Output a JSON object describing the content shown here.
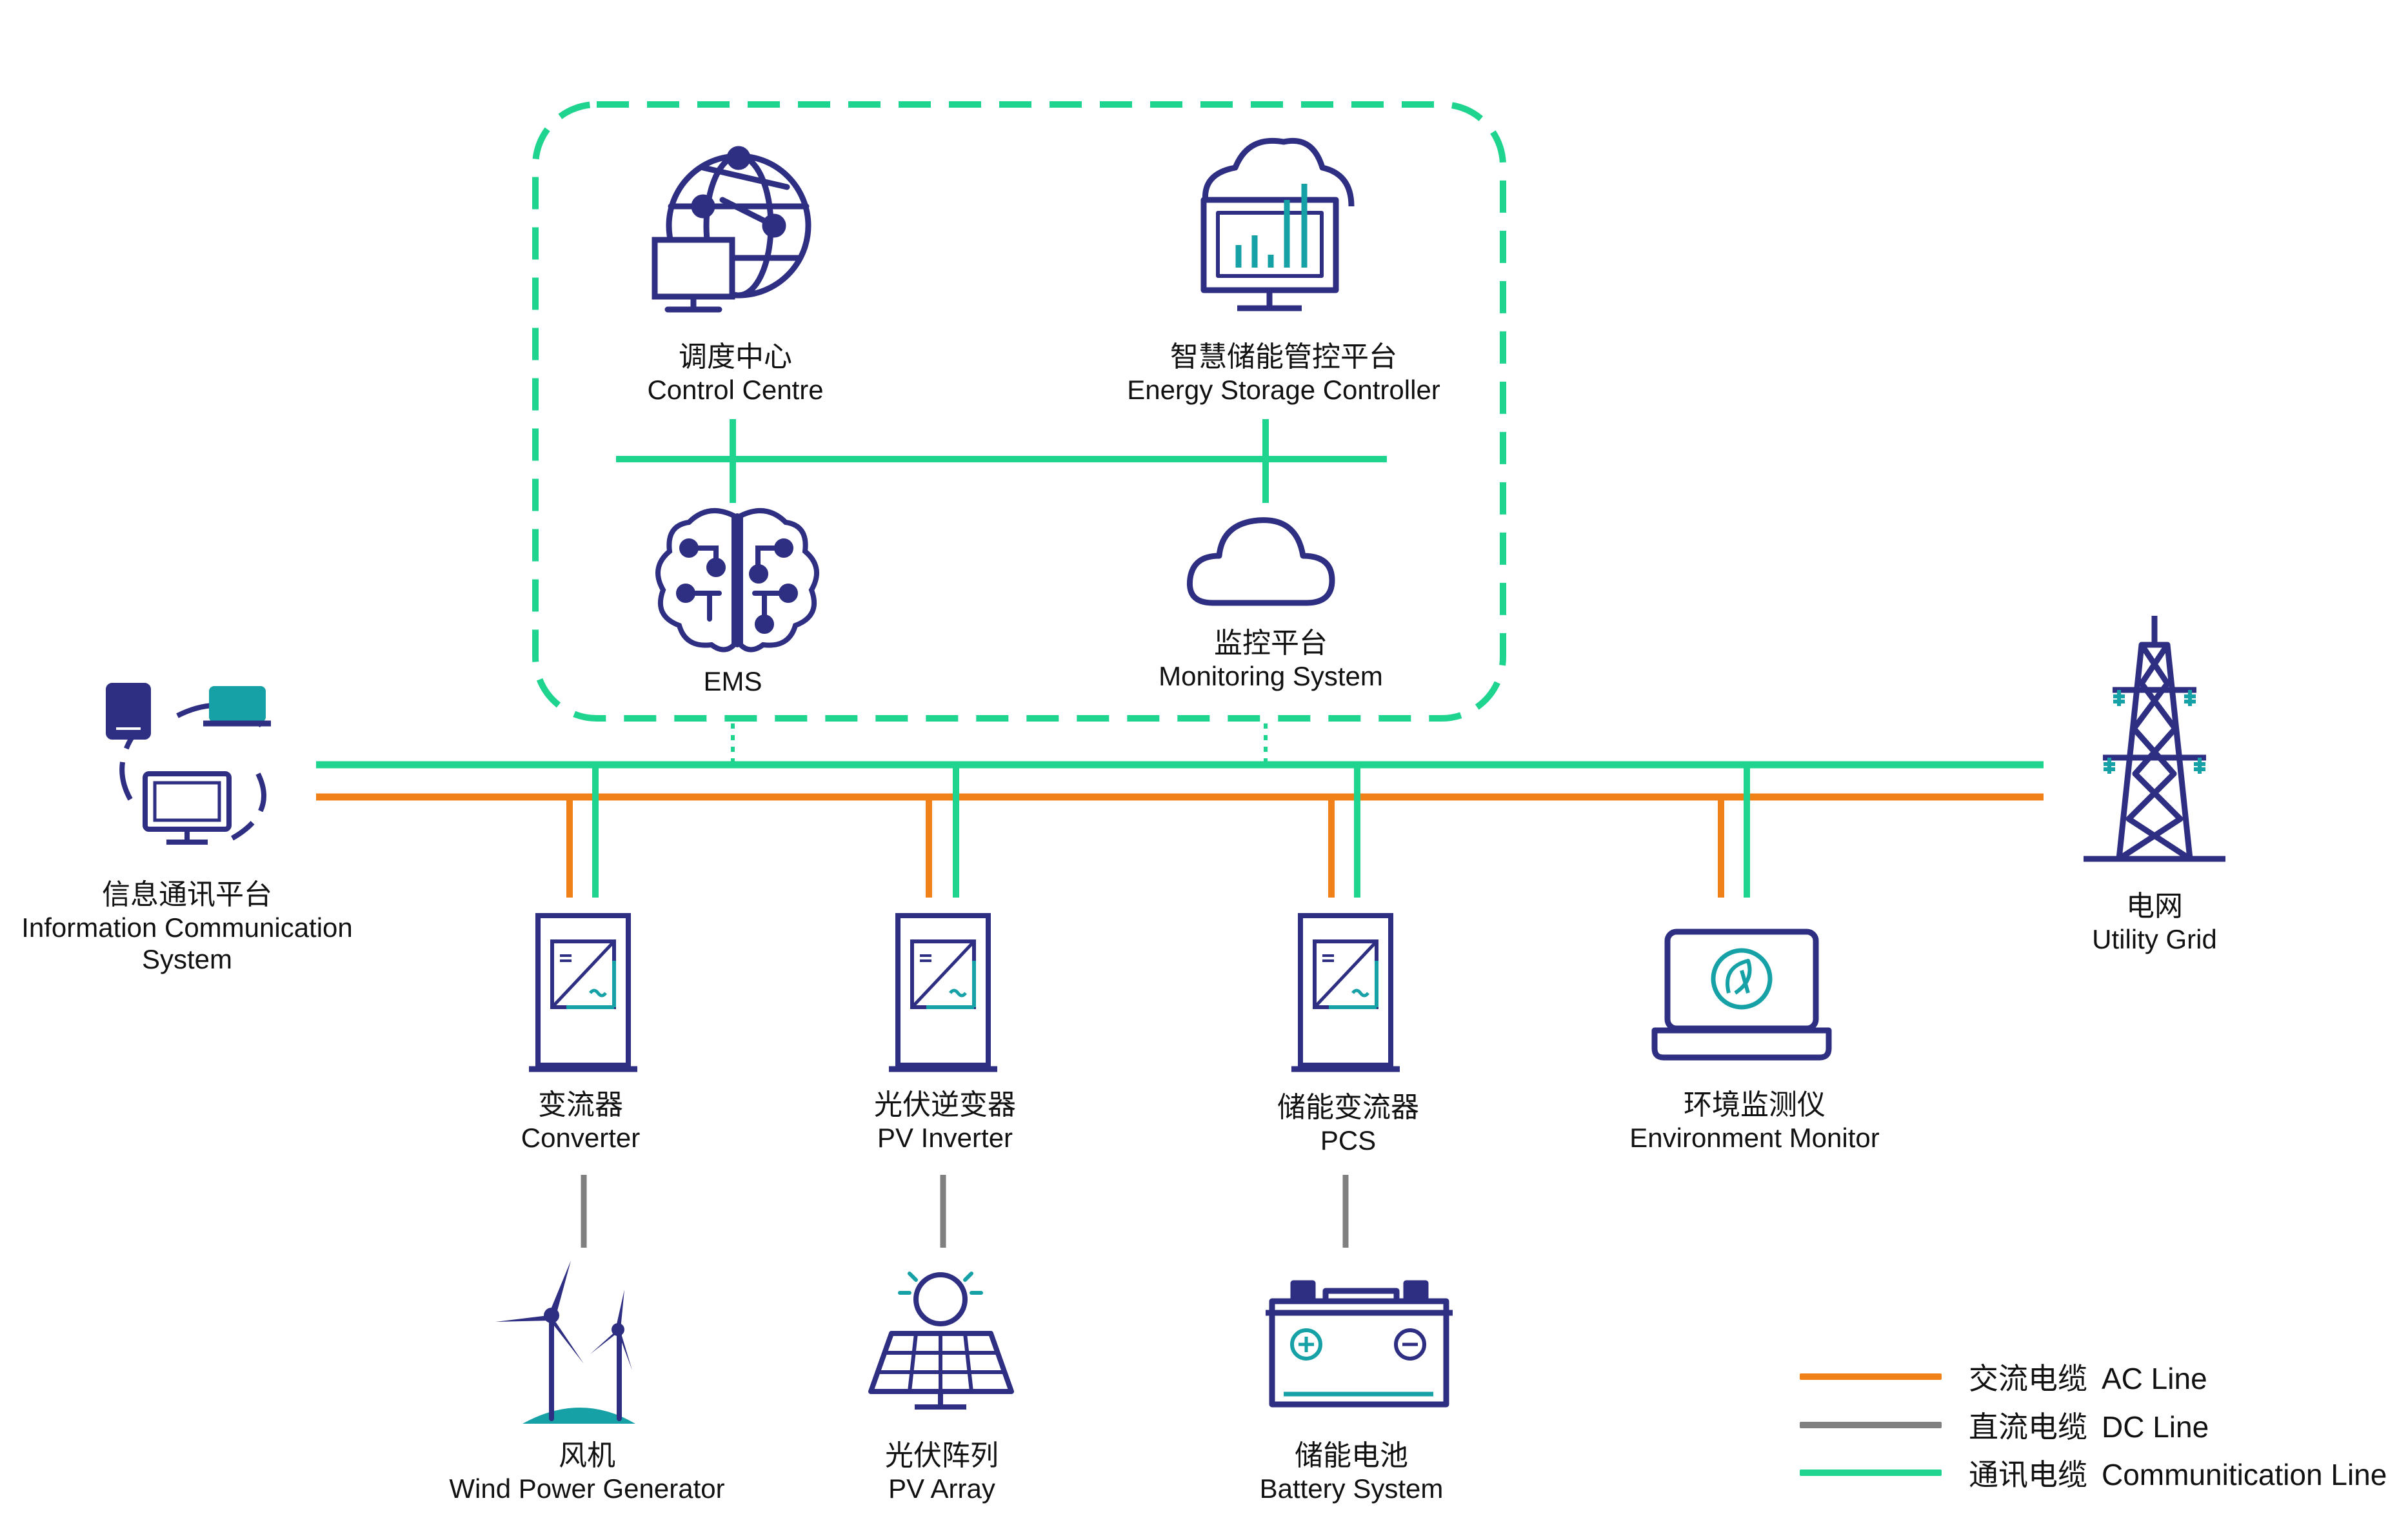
{
  "colors": {
    "ac_line": "#F08018",
    "dc_line": "#808080",
    "comm_line": "#1FD48E",
    "icon_navy": "#2E2E82",
    "icon_teal": "#15A1A5"
  },
  "nodes": {
    "control_centre": {
      "zh": "调度中心",
      "en": "Control Centre",
      "icon": "globe-computer-icon"
    },
    "energy_storage_controller": {
      "zh": "智慧储能管控平台",
      "en": "Energy Storage Controller",
      "icon": "cloud-monitor-chart-icon"
    },
    "ems": {
      "zh": "",
      "en": "EMS",
      "icon": "brain-circuit-icon"
    },
    "monitoring_system": {
      "zh": "监控平台",
      "en": "Monitoring System",
      "icon": "cloud-icon"
    },
    "info_comm": {
      "zh": "信息通讯平台",
      "en": "Information Communication",
      "en2": "System",
      "icon": "network-devices-icon"
    },
    "utility_grid": {
      "zh": "电网",
      "en": "Utility Grid",
      "icon": "power-tower-icon"
    },
    "converter": {
      "zh": "变流器",
      "en": "Converter",
      "icon": "converter-cabinet-icon"
    },
    "pv_inverter": {
      "zh": "光伏逆变器",
      "en": "PV Inverter",
      "icon": "inverter-cabinet-icon"
    },
    "pcs": {
      "zh": "储能变流器",
      "en": "PCS",
      "icon": "pcs-cabinet-icon"
    },
    "environment_monitor": {
      "zh": "环境监测仪",
      "en": "Environment Monitor",
      "icon": "laptop-eco-icon"
    },
    "wind_power_generator": {
      "zh": "风机",
      "en": "Wind Power Generator",
      "icon": "wind-turbine-icon"
    },
    "pv_array": {
      "zh": "光伏阵列",
      "en": "PV Array",
      "icon": "solar-panel-icon"
    },
    "battery_system": {
      "zh": "储能电池",
      "en": "Battery System",
      "icon": "battery-icon"
    }
  },
  "legend": [
    {
      "zh": "交流电缆",
      "en": "AC Line",
      "color": "#F08018"
    },
    {
      "zh": "直流电缆",
      "en": "DC Line",
      "color": "#808080"
    },
    {
      "zh": "通讯电缆",
      "en": "Communitication Line",
      "color": "#1FD48E"
    }
  ]
}
